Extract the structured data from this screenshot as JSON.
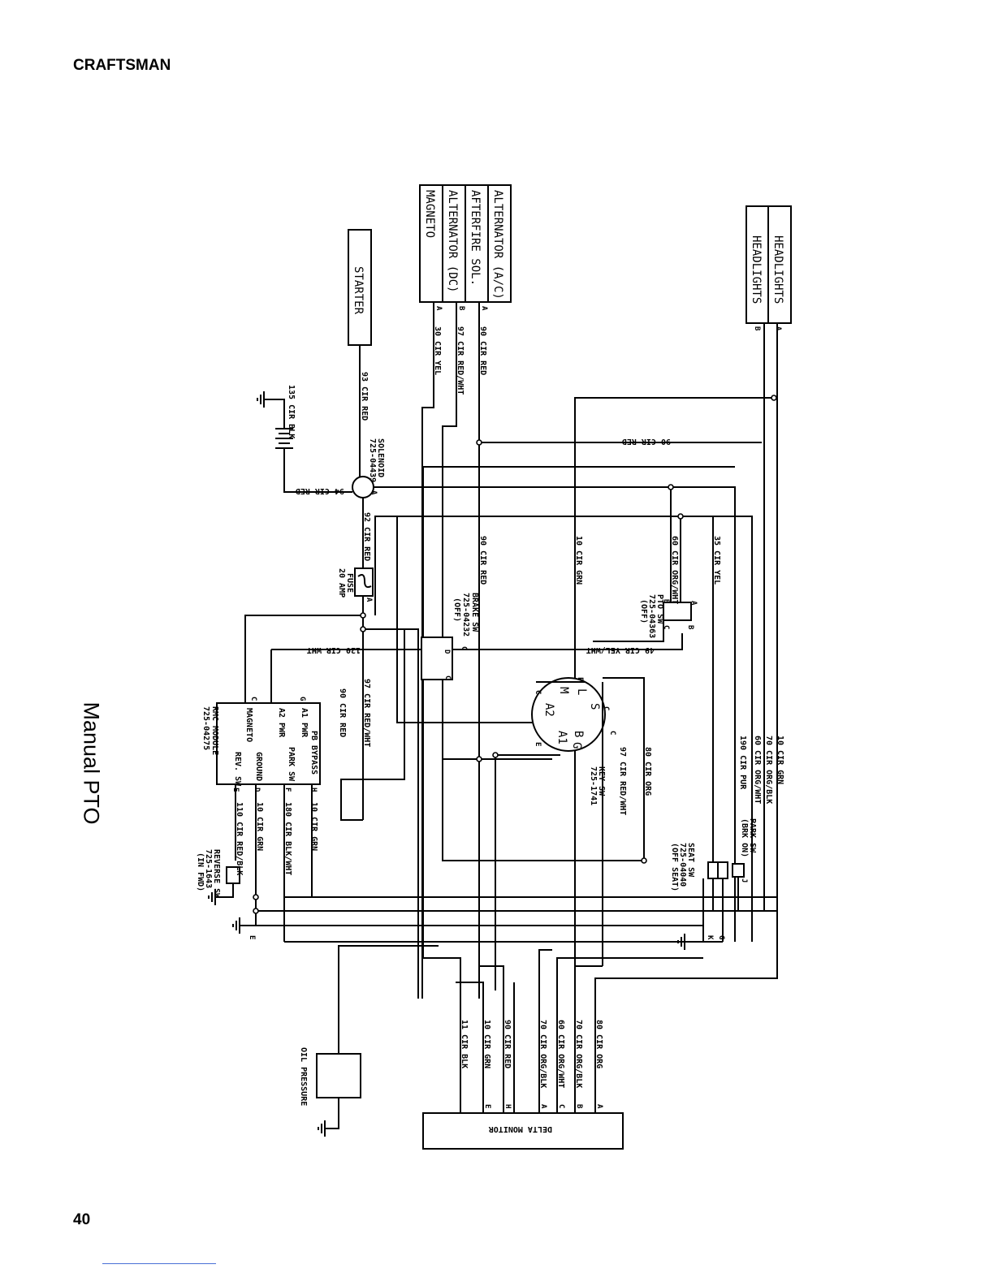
{
  "page": {
    "brand": "CRAFTSMAN",
    "page_number": "40",
    "section_label": "Manual PTO"
  },
  "components": {
    "alternator_block": [
      "ALTERNATOR (A/C)",
      "AFTERFIRE SOL.",
      "ALTERNATOR (DC)",
      "MAGNETO"
    ],
    "headlights": [
      "HEADLIGHTS",
      "HEADLIGHTS"
    ],
    "starter": "STARTER",
    "solenoid": "SOLENOID",
    "solenoid_part": "725-04439",
    "fuse": "FUSE",
    "fuse_rating": "20 AMP",
    "brake_switch": [
      "BRAKE SW",
      "725-04232",
      "(OFF)"
    ],
    "pto_switch": [
      "PTO SW",
      "725-04363",
      "(OFF)"
    ],
    "key_switch": [
      "KEY SW",
      "725-1741"
    ],
    "rmc_module": [
      "RMC MODULE",
      "725-04275"
    ],
    "rmc_pins": [
      "A1 PWR",
      "A2 PWR",
      "MAGNETO",
      "PB BYPASS",
      "PARK SW",
      "GROUND",
      "REV. SW"
    ],
    "seat_switch": [
      "SEAT SW",
      "725-04040",
      "(OFF SEAT)"
    ],
    "park_switch": [
      "PARK SW",
      "(BRK ON)"
    ],
    "reverse_switch": [
      "REVERSE SW",
      "725-1643",
      "(IN FWD)"
    ],
    "oil_pressure": "OIL PRESSURE",
    "delta_monitor": "DELTA MONITOR"
  },
  "wires": {
    "w90_red": "90 CIR RED",
    "w97_red_wht": "97 CIR RED/WHT",
    "w30_yel": "30 CIR YEL",
    "w93_red": "93 CIR RED",
    "w135_blk": "135 CIR BLK",
    "w94_red": "94 CIR RED",
    "w92_red": "92 CIR RED",
    "w10_grn": "10 CIR GRN",
    "w60_org_wht": "60 CIR ORG/WHT",
    "w35_yel": "35 CIR YEL",
    "w49_yel_wht": "49 CIR YEL/WHT",
    "w120_wht": "120 CIR WHT",
    "w80_org": "80 CIR ORG",
    "w70_org_blk": "70 CIR ORG/BLK",
    "w190_pur": "190 CIR PUR",
    "w180_blk_wht": "180 CIR BLK/WHT",
    "w110_red_blk": "110 CIR RED/BLK",
    "w11_blk": "11 CIR BLK"
  },
  "pins": {
    "A": "A",
    "B": "B",
    "C": "C",
    "D": "D",
    "E": "E",
    "F": "F",
    "G": "G",
    "H": "H",
    "J": "J",
    "K": "K",
    "key_L": "L",
    "key_S": "S",
    "key_B": "B",
    "key_M": "M",
    "key_A2": "A2",
    "key_A1": "A1",
    "key_G": "G"
  }
}
